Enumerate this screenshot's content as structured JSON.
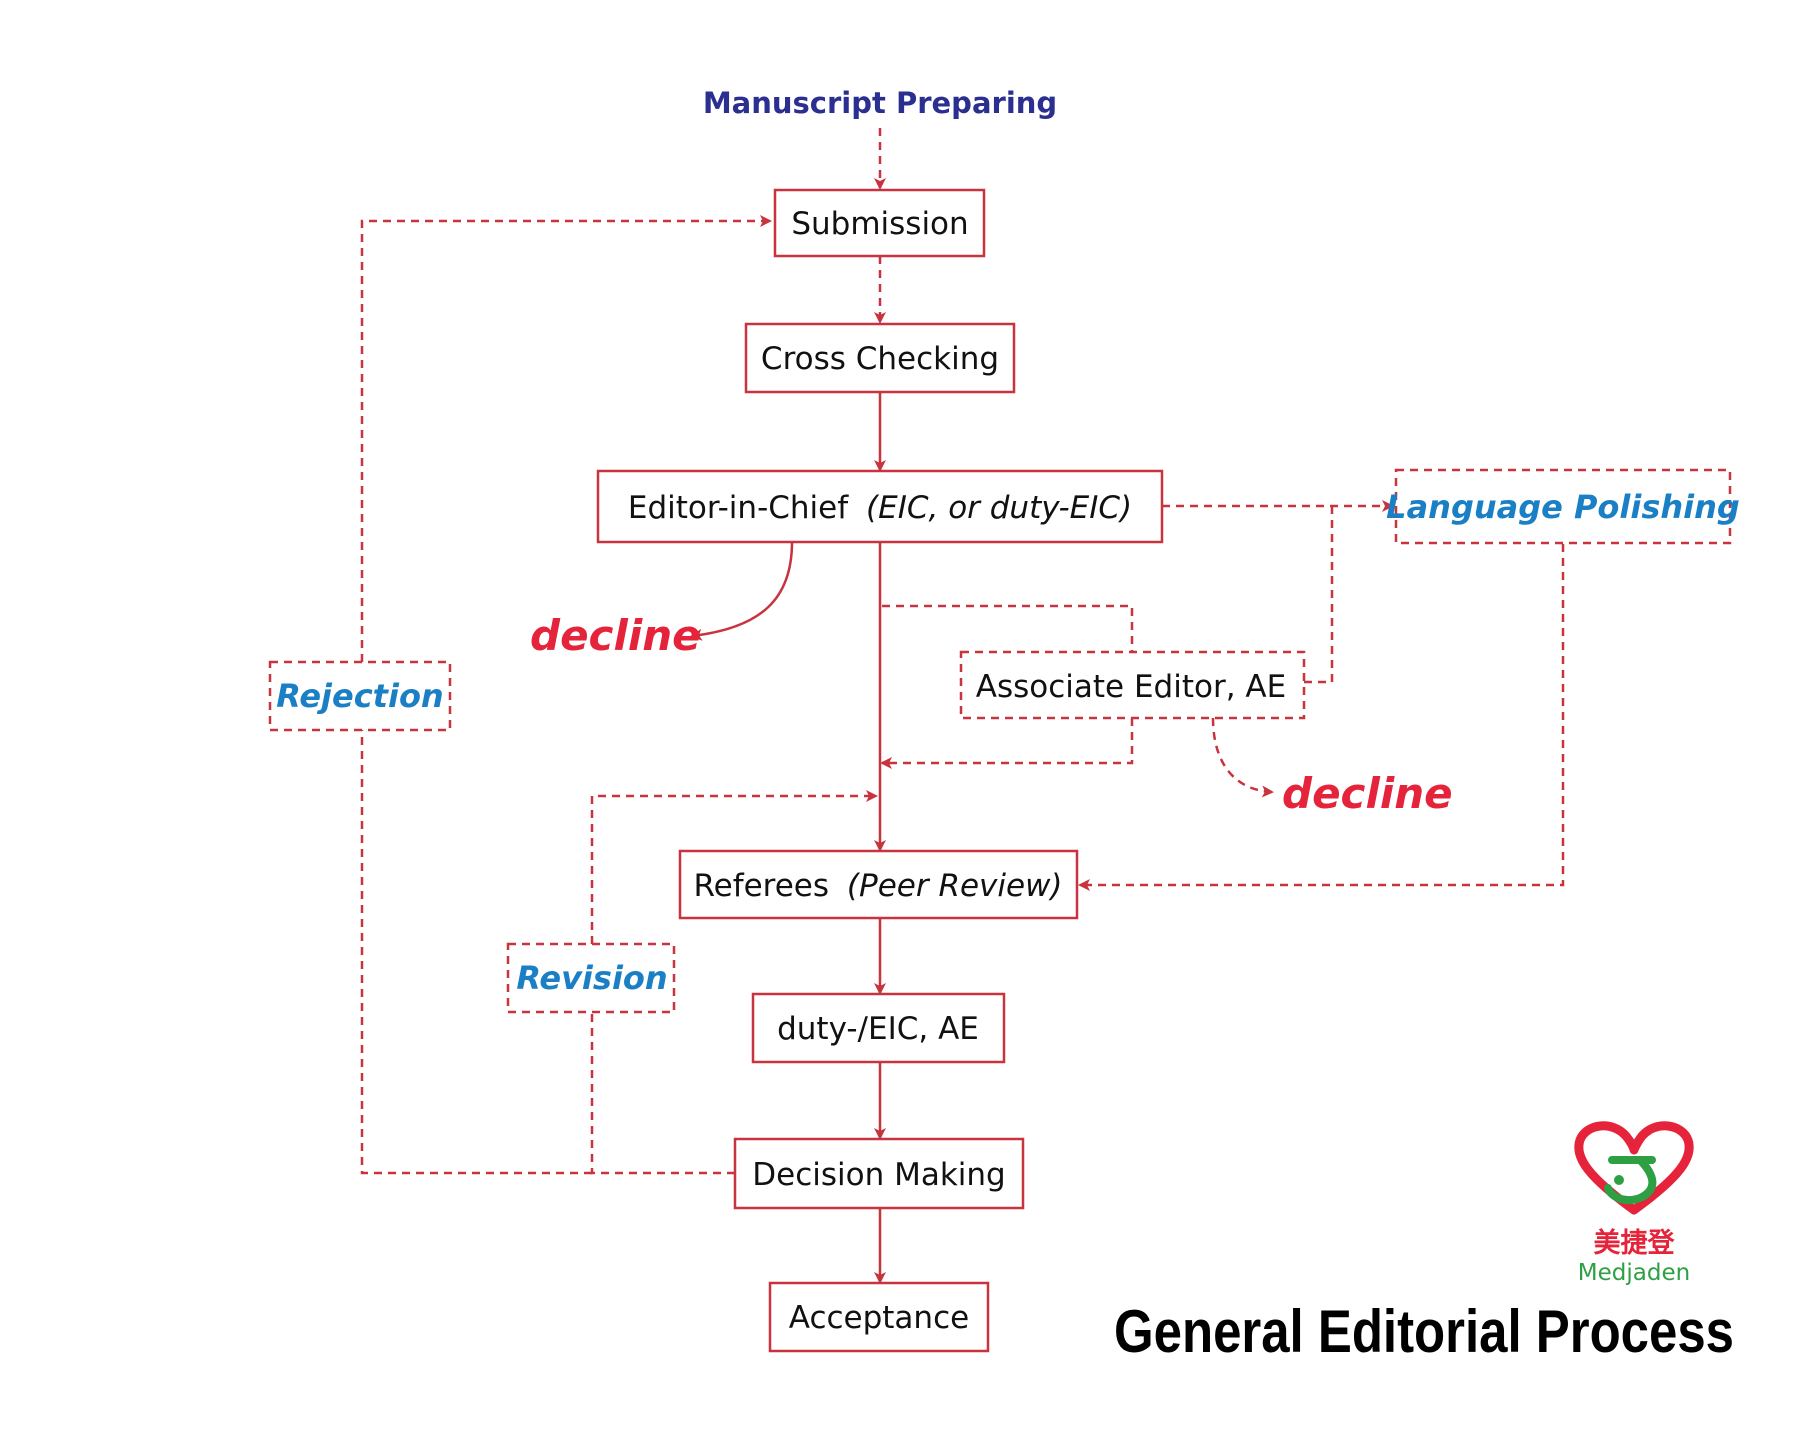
{
  "start_label": "Manuscript Preparing",
  "nodes": {
    "submission": "Submission",
    "cross_checking": "Cross Checking",
    "eic": {
      "main": "Editor-in-Chief",
      "sub": "(EIC, or duty-EIC)"
    },
    "associate_editor": "Associate Editor, AE",
    "language_polishing": "Language Polishing",
    "referees": {
      "main": "Referees",
      "sub": "(Peer Review)"
    },
    "duty_eic_ae": "duty-/EIC, AE",
    "decision_making": "Decision Making",
    "acceptance": "Acceptance"
  },
  "loop_labels": {
    "rejection": "Rejection",
    "revision": "Revision"
  },
  "decline_labels": {
    "eic_decline": "decline",
    "ae_decline": "decline"
  },
  "title": "General Editorial Process",
  "brand": {
    "name_cn": "美捷登",
    "name_en": "Medjaden"
  },
  "colors": {
    "flow_line": "#c8333e",
    "decline_text": "#e5233a",
    "loop_label_text": "#1a7fc4",
    "start_label_text": "#2b2f8f",
    "logo_red": "#e5233a",
    "logo_green": "#2ea043"
  }
}
